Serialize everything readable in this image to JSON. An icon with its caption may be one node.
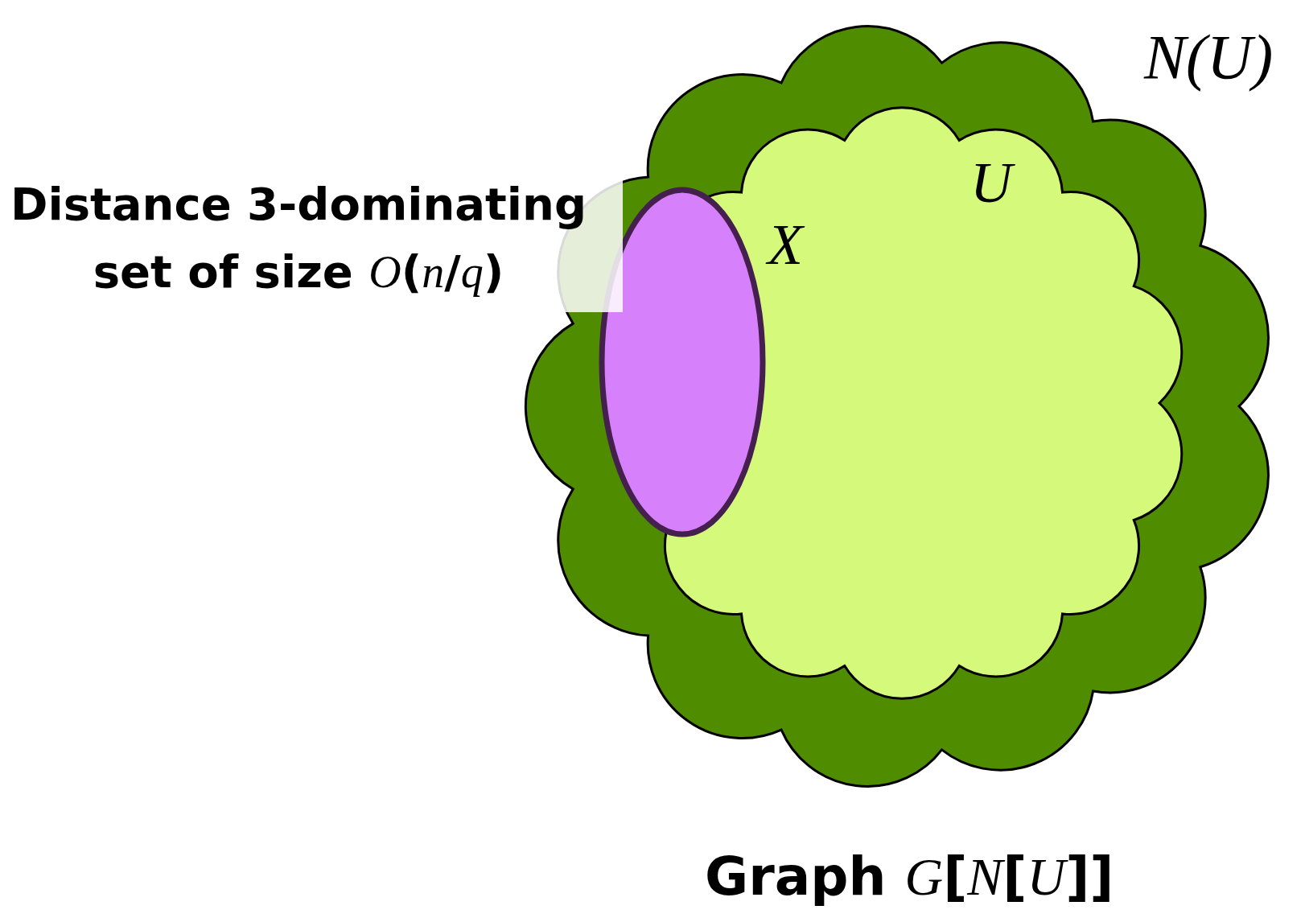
{
  "diagram": {
    "caption": "Graph *G*[*N*[*U*]]",
    "nodes": [
      {
        "text": [
          "N(U)"
        ]
      },
      {
        "text": [
          "U"
        ],
        "in": 0
      },
      {
        "text": [
          "X"
        ],
        "in": 1
      }
    ],
    "edges": [],
    "labels": [
      "Distance 3-dominating set of size *O*(*n*/*q*)"
    ]
  }
}
